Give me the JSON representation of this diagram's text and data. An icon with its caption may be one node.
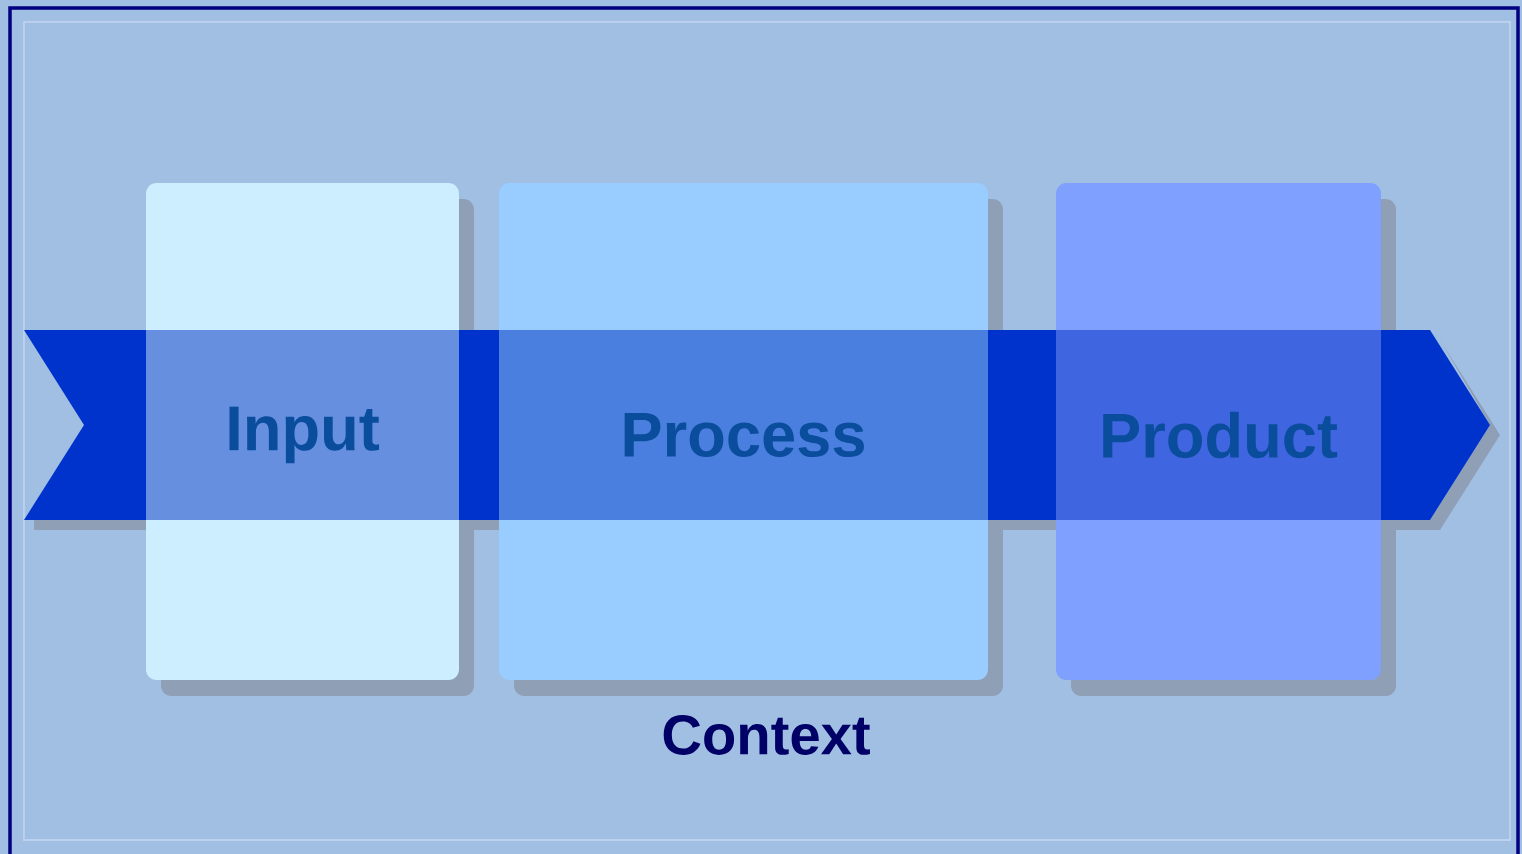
{
  "diagram": {
    "nodes": [
      {
        "text": [
          "Input"
        ]
      },
      {
        "text": [
          "Process"
        ]
      },
      {
        "text": [
          "Product"
        ]
      }
    ],
    "labels": [
      "Context"
    ]
  }
}
